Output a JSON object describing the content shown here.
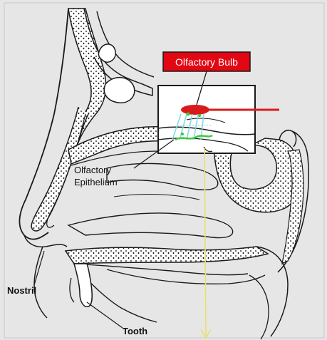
{
  "labels": {
    "olfactory_bulb": "Olfactory Bulb",
    "olfactory_epithelium_line1": "Olfactory",
    "olfactory_epithelium_line2": "Epithelium",
    "nostril": "Nostril",
    "tooth": "Tooth"
  },
  "colors": {
    "background": "#e6e6e6",
    "bone_fill": "#ffffff",
    "outline": "#1a1a1a",
    "banner_red": "#e30613",
    "bulb_red": "#d91a1a",
    "nerve_cyan": "#7fd8e6",
    "nerve_green": "#3cc83c",
    "arrow_yellow": "#e8e070"
  },
  "icons": {
    "pointer_arrow": "down-arrow-icon"
  }
}
